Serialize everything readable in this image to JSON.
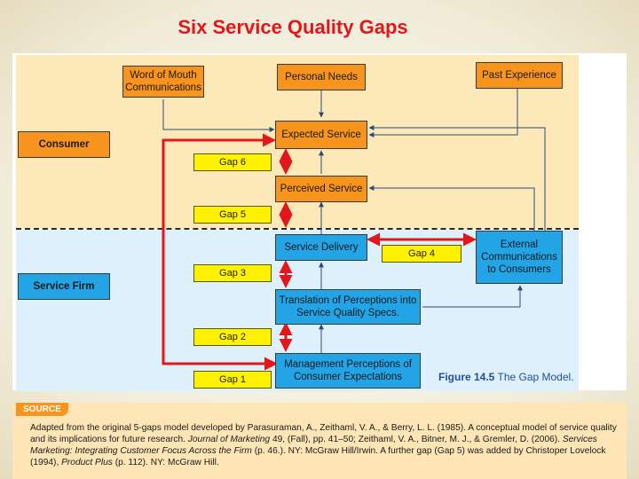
{
  "title": "Six Service Quality Gaps",
  "labels": {
    "consumer": "Consumer",
    "service_firm": "Service Firm"
  },
  "boxes": {
    "word_of_mouth": "Word of Mouth Communications",
    "personal_needs": "Personal Needs",
    "past_experience": "Past Experience",
    "expected_service": "Expected Service",
    "perceived_service": "Perceived Service",
    "service_delivery": "Service Delivery",
    "external_comms": "External Communications to Consumers",
    "translation": "Translation of Perceptions into Service Quality Specs.",
    "management": "Management Perceptions of Consumer Expectations"
  },
  "gaps": {
    "gap6": "Gap 6",
    "gap5": "Gap 5",
    "gap4": "Gap 4",
    "gap3": "Gap 3",
    "gap2": "Gap 2",
    "gap1": "Gap 1"
  },
  "figure_caption": {
    "number": "Figure 14.5",
    "text": "The Gap Model."
  },
  "source": {
    "tag": "SOURCE",
    "part1": "Adapted from the original 5-gaps model developed by Parasuraman, A., Zeithaml, V. A., & Berry, L. L. (1985). A conceptual model of service quality and its implications for future research. ",
    "journal": "Journal of Marketing",
    "part2": " 49, (Fall), pp. 41–50; Zeithaml, V. A., Bitner, M. J., & Gremler, D. (2006). ",
    "book1": "Services Marketing: Integrating Customer Focus Across the Firm",
    "part3": " (p. 46.). NY: McGraw Hill/Irwin. A further gap (Gap 5) was added by Christoper Lovelock (1994), ",
    "book2": "Product Plus",
    "part4": " (p. 112). NY: McGraw Hill."
  },
  "colors": {
    "title": "#e3161b",
    "consumer_band": "#fde9b8",
    "firm_band": "#def0fb",
    "orange_box": "#f7941d",
    "blue_box": "#22a4e6",
    "gap_box": "#fff200",
    "red_arrow": "#e3161b"
  }
}
